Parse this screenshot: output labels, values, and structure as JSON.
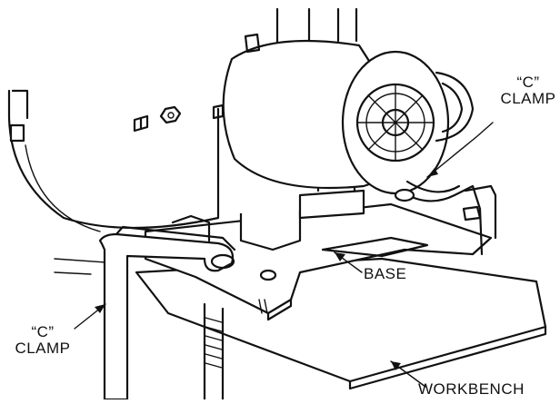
{
  "labels": {
    "c_clamp_right_line1": "“C”",
    "c_clamp_right_line2": "CLAMP",
    "base": "BASE",
    "c_clamp_left_line1": "“C”",
    "c_clamp_left_line2": "CLAMP",
    "workbench": "WORKBENCH"
  }
}
